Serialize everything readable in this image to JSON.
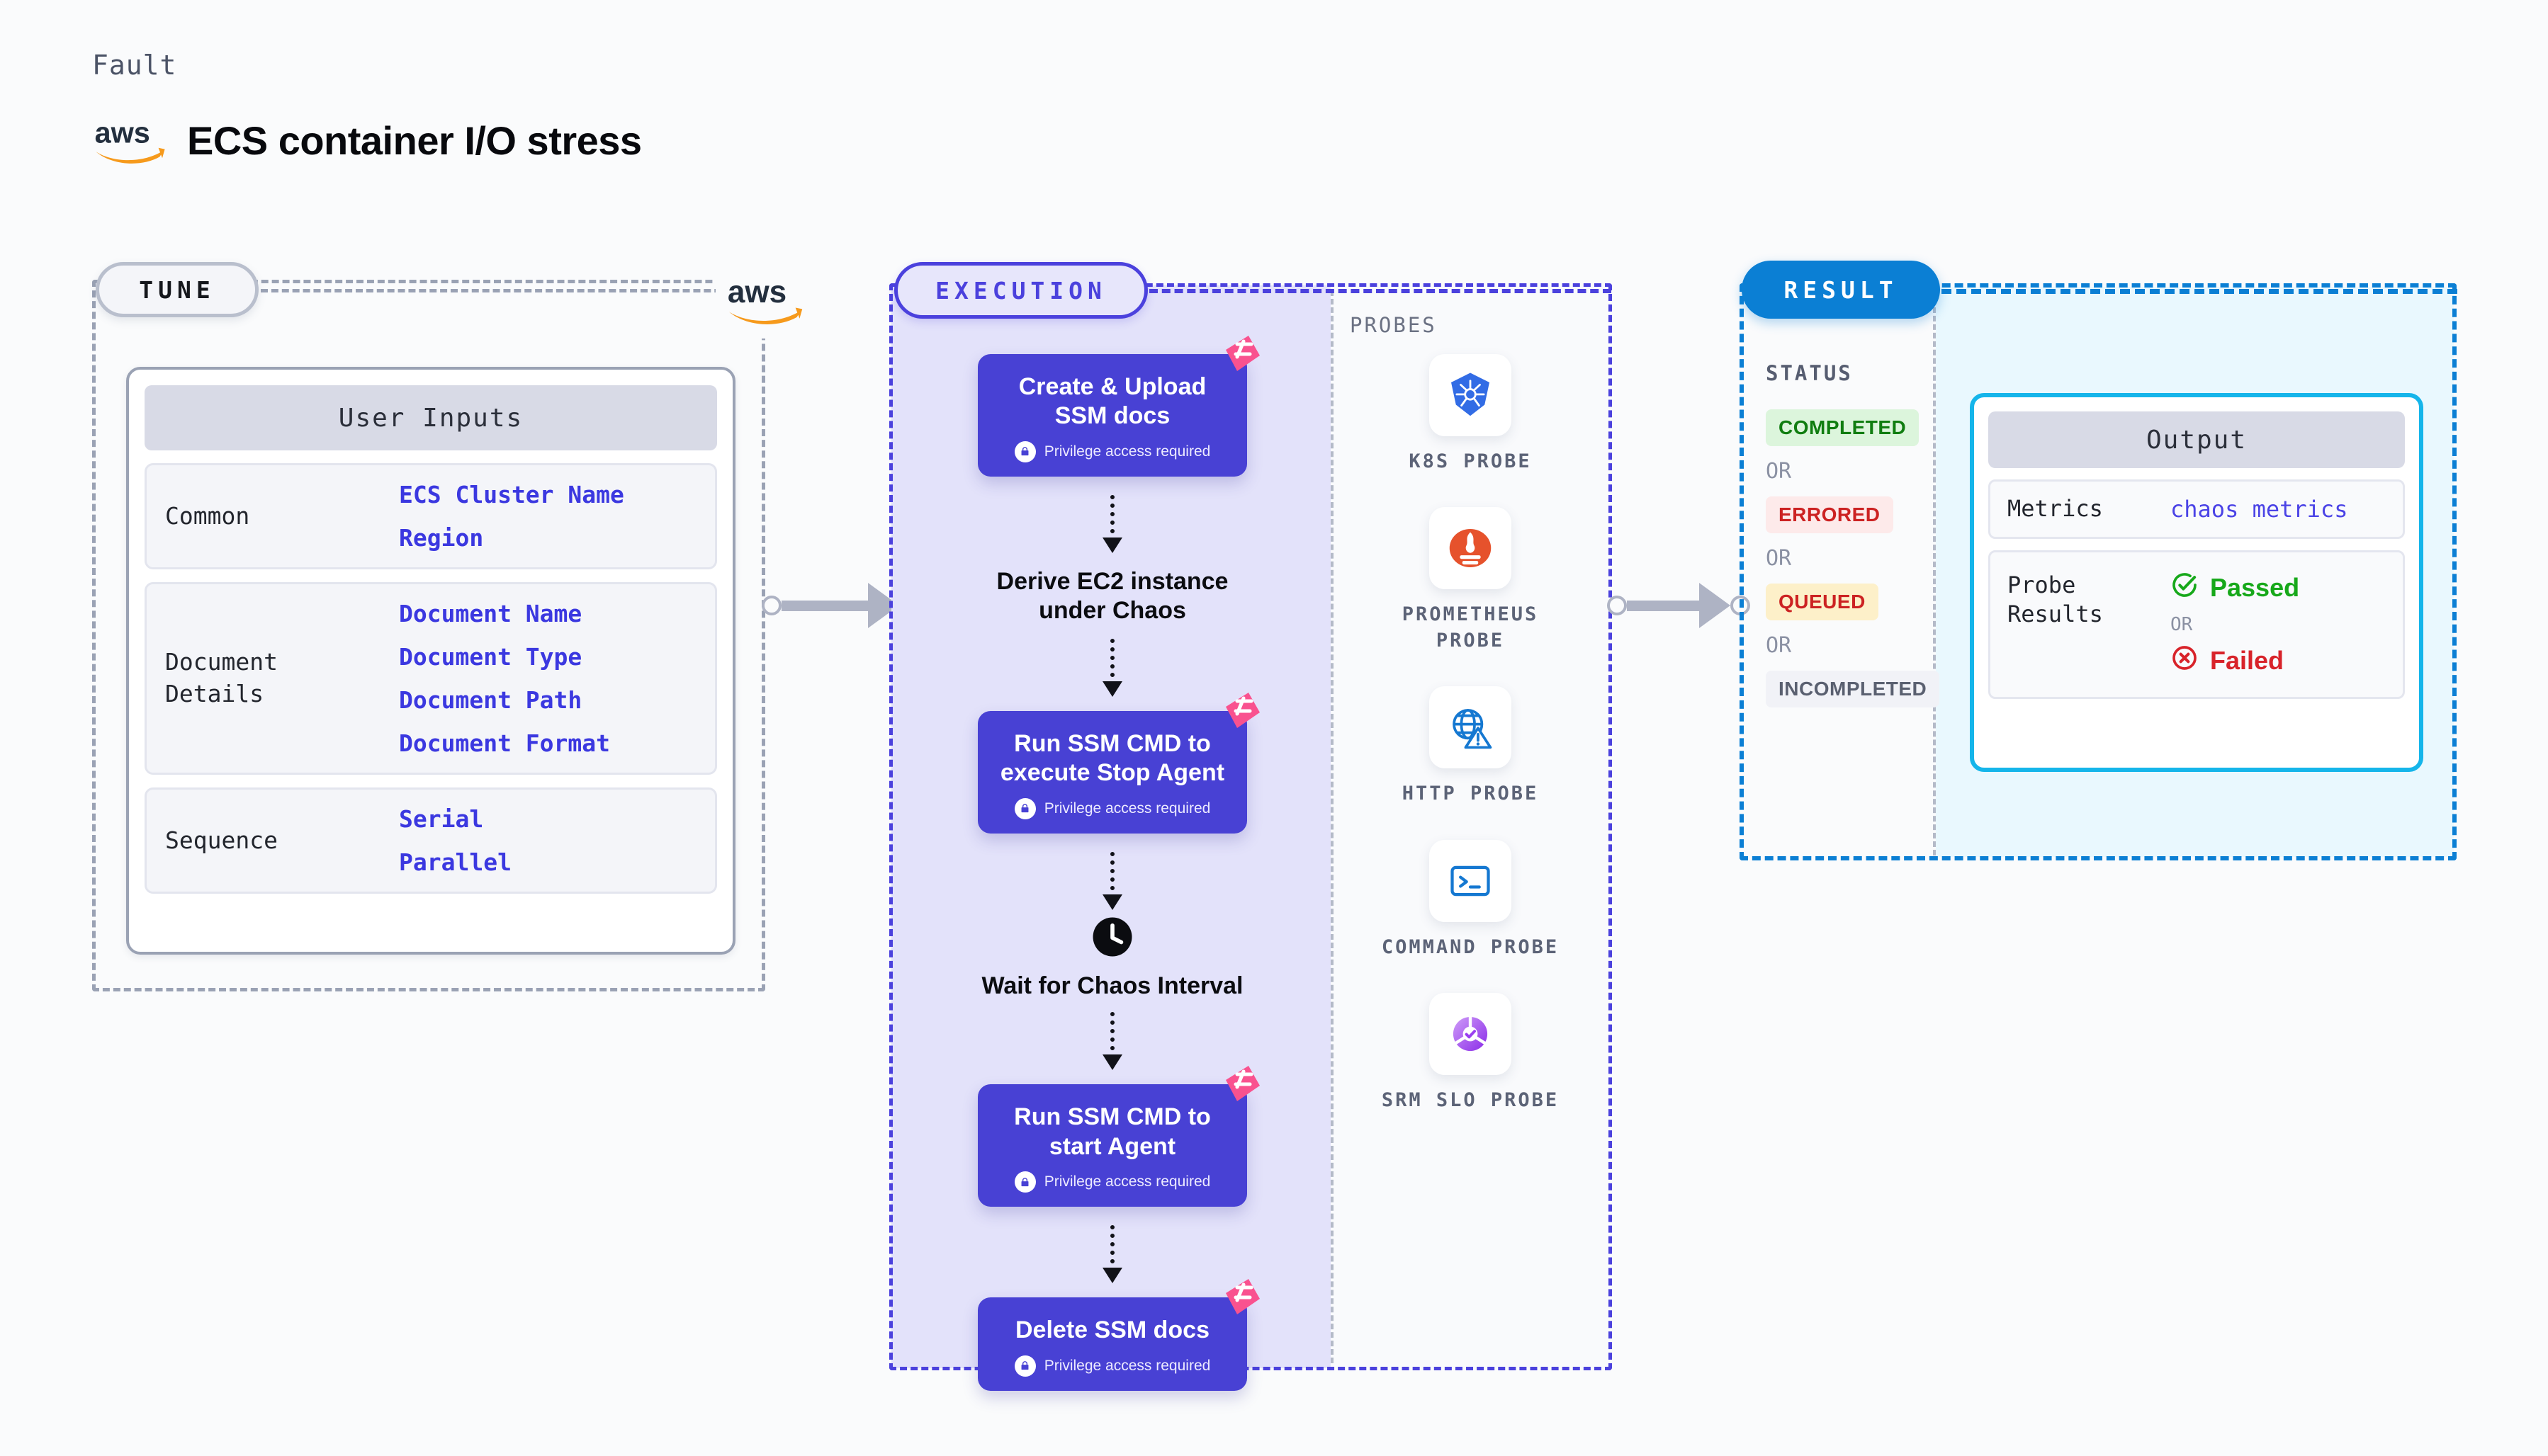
{
  "header": {
    "eyebrow": "Fault",
    "title": "ECS container I/O stress",
    "brand_icon": "aws-logo"
  },
  "tune": {
    "pill_label": "TUNE",
    "brand_icon": "aws-logo",
    "card": {
      "title": "User Inputs",
      "sections": [
        {
          "label": "Common",
          "values": [
            "ECS Cluster Name",
            "Region"
          ]
        },
        {
          "label": "Document\nDetails",
          "values": [
            "Document Name",
            "Document Type",
            "Document Path",
            "Document Format"
          ]
        },
        {
          "label": "Sequence",
          "values": [
            "Serial",
            "Parallel"
          ]
        }
      ]
    }
  },
  "execution": {
    "pill_label": "EXECUTION",
    "privilege_note": "Privilege access required",
    "steps": [
      {
        "type": "box",
        "title": "Create & Upload SSM docs",
        "privileged": true,
        "badge": "harness-logo-icon"
      },
      {
        "type": "plain",
        "title": "Derive EC2 instance under Chaos",
        "privileged": false
      },
      {
        "type": "box",
        "title": "Run SSM CMD to execute Stop Agent",
        "privileged": true,
        "badge": "harness-logo-icon"
      },
      {
        "type": "clock",
        "title": "Wait for Chaos Interval",
        "privileged": false,
        "icon": "clock-icon"
      },
      {
        "type": "box",
        "title": "Run SSM CMD to start Agent",
        "privileged": true,
        "badge": "harness-logo-icon"
      },
      {
        "type": "box",
        "title": "Delete SSM docs",
        "privileged": true,
        "badge": "harness-logo-icon"
      }
    ]
  },
  "probes": {
    "section_label": "PROBES",
    "items": [
      {
        "name": "K8S PROBE",
        "icon": "kubernetes-icon"
      },
      {
        "name": "PROMETHEUS PROBE",
        "icon": "prometheus-icon"
      },
      {
        "name": "HTTP PROBE",
        "icon": "http-globe-warning-icon"
      },
      {
        "name": "COMMAND PROBE",
        "icon": "terminal-icon"
      },
      {
        "name": "SRM SLO PROBE",
        "icon": "srm-slo-icon"
      }
    ]
  },
  "result": {
    "pill_label": "RESULT",
    "status_label": "STATUS",
    "or_text": "OR",
    "statuses": [
      {
        "label": "COMPLETED",
        "bg": "#dcf5dc",
        "fg": "#107d10"
      },
      {
        "label": "ERRORED",
        "bg": "#fdeaea",
        "fg": "#cc2222"
      },
      {
        "label": "QUEUED",
        "bg": "#fdf0c9",
        "fg": "#cc2222"
      },
      {
        "label": "INCOMPLETED",
        "bg": "#f1f2f7",
        "fg": "#5a6070"
      }
    ],
    "output": {
      "title": "Output",
      "metrics_label": "Metrics",
      "metrics_value": "chaos metrics",
      "probe_results_label": "Probe\nResults",
      "passed_label": "Passed",
      "failed_label": "Failed",
      "or_text": "OR",
      "passed_icon": "check-circle-icon",
      "failed_icon": "x-circle-icon"
    }
  },
  "colors": {
    "accent_indigo": "#4841d4",
    "accent_blue": "#0b7fd4",
    "accent_cyan": "#15b5ea",
    "harness_pink": "#f9528f",
    "aws_orange": "#f69a1c",
    "muted_gray": "#9aa2b4"
  }
}
